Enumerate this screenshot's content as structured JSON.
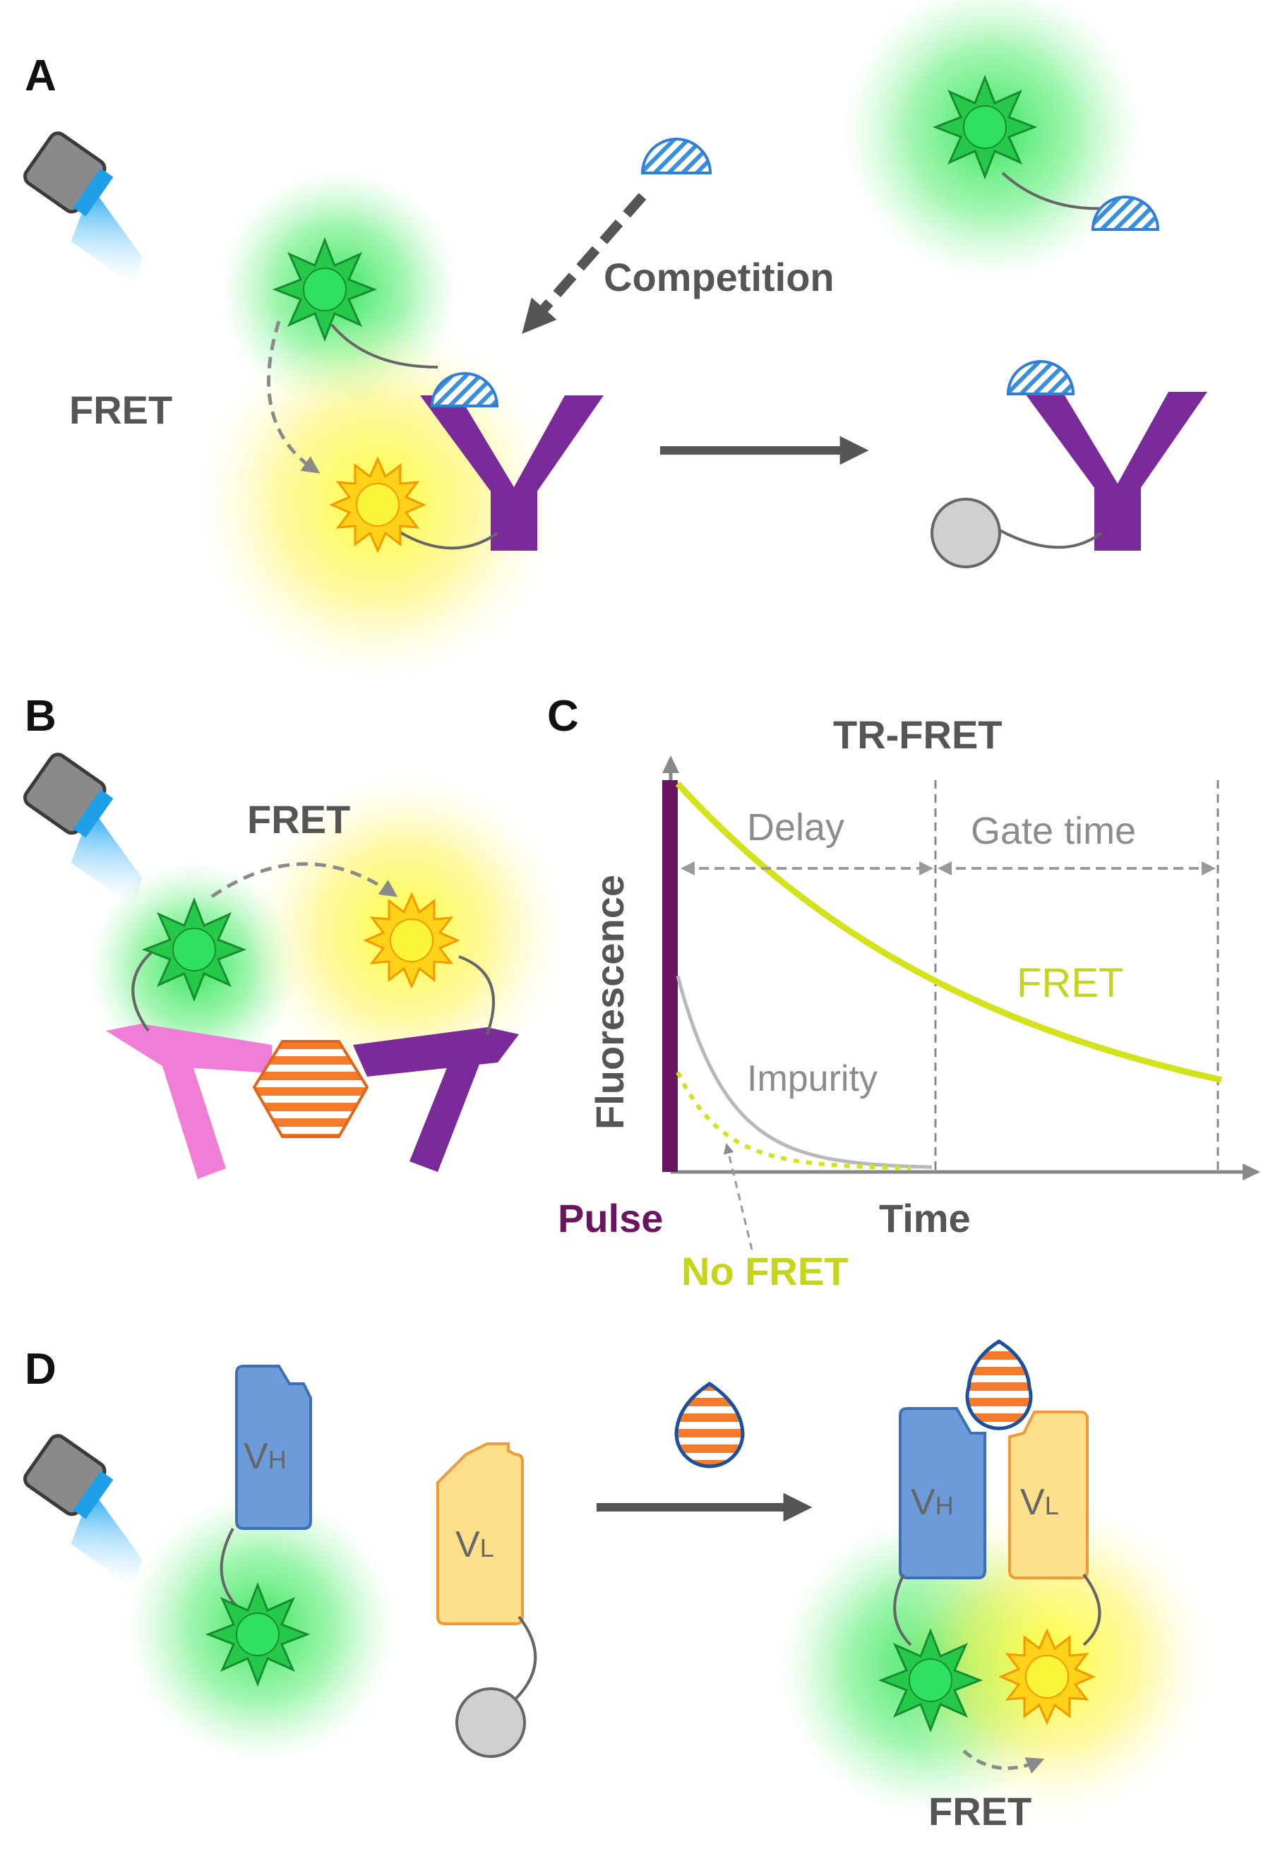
{
  "panels": {
    "a": {
      "letter": "A",
      "competition_label": "Competition",
      "fret_label": "FRET"
    },
    "b": {
      "letter": "B",
      "fret_label": "FRET"
    },
    "c": {
      "letter": "C",
      "title": "TR-FRET",
      "ylabel": "Fluorescence",
      "xlabel": "Time",
      "pulse_label": "Pulse",
      "delay_label": "Delay",
      "gate_label": "Gate time",
      "fret_curve_label": "FRET",
      "impurity_label": "Impurity",
      "no_fret_label": "No FRET"
    },
    "d": {
      "letter": "D",
      "vh_main": "V",
      "vh_sub": "H",
      "vl_main": "V",
      "vl_sub": "L",
      "fret_label": "FRET"
    }
  },
  "colors": {
    "donor_green": "#1fd14a",
    "acceptor_yellow": "#ffe31a",
    "antibody_purple": "#7b2a9a",
    "antibody_pink": "#f07ed6",
    "antigen_orange": "#f47a2c",
    "ligand_blue": "#2f7fd6",
    "fret_curve": "#d4e21b",
    "pulse": "#6a1560",
    "vh_blue": "#6c9bd9",
    "vl_orange": "#ffd27a"
  },
  "chart_data": {
    "type": "line",
    "title": "TR-FRET",
    "xlabel": "Time",
    "ylabel": "Fluorescence",
    "series": [
      {
        "name": "FRET",
        "shape": "slow exponential decay",
        "start": 1.0,
        "end": 0.23
      },
      {
        "name": "Impurity",
        "shape": "fast exponential decay",
        "start": 0.5,
        "end": 0.0
      },
      {
        "name": "No FRET",
        "shape": "fast decay (dotted)",
        "start": 0.25,
        "end": 0.0
      }
    ],
    "annotations": [
      "Pulse",
      "Delay",
      "Gate time"
    ],
    "grid": false
  }
}
